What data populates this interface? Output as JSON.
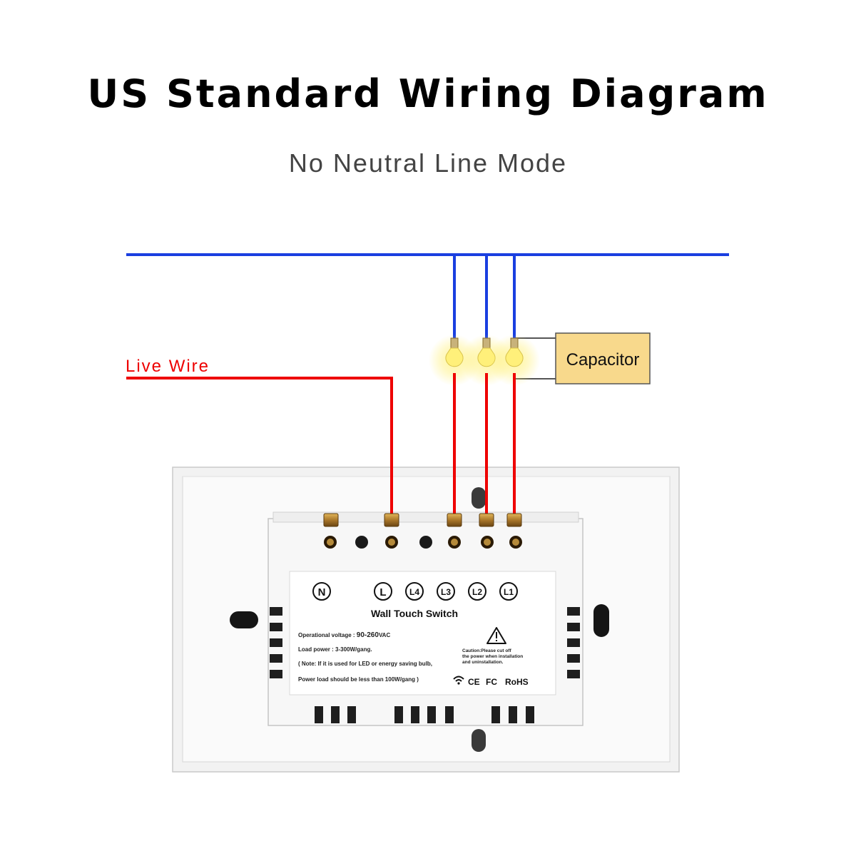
{
  "header": {
    "title": "US Standard Wiring Diagram",
    "subtitle": "No Neutral Line Mode"
  },
  "labels": {
    "live_wire": "Live Wire",
    "capacitor": "Capacitor"
  },
  "switch_label": {
    "terminals": [
      "N",
      "L",
      "L4",
      "L3",
      "L2",
      "L1"
    ],
    "product_name": "Wall Touch Switch",
    "voltage_label": "Operational voltage : ",
    "voltage_value": "90-260",
    "voltage_unit": "VAC",
    "load_power": "Load power : 3-300W/gang.",
    "note_line1": "( Note: If it is used for LED or energy saving bulb,",
    "note_line2": "Power load should be less than 100W/gang )",
    "caution_line1": "Caution:Please cut off",
    "caution_line2": "the power when installation",
    "caution_line3": "and uninstallation.",
    "cert_ce": "CE",
    "cert_fc": "FC",
    "cert_rohs": "RoHS"
  },
  "colors": {
    "neutral_wire": "#1a3fe0",
    "live_wire": "#ee0000",
    "bulb": "#fff07a",
    "capacitor_fill": "#f8d98c",
    "plate": "#f4f4f4"
  }
}
